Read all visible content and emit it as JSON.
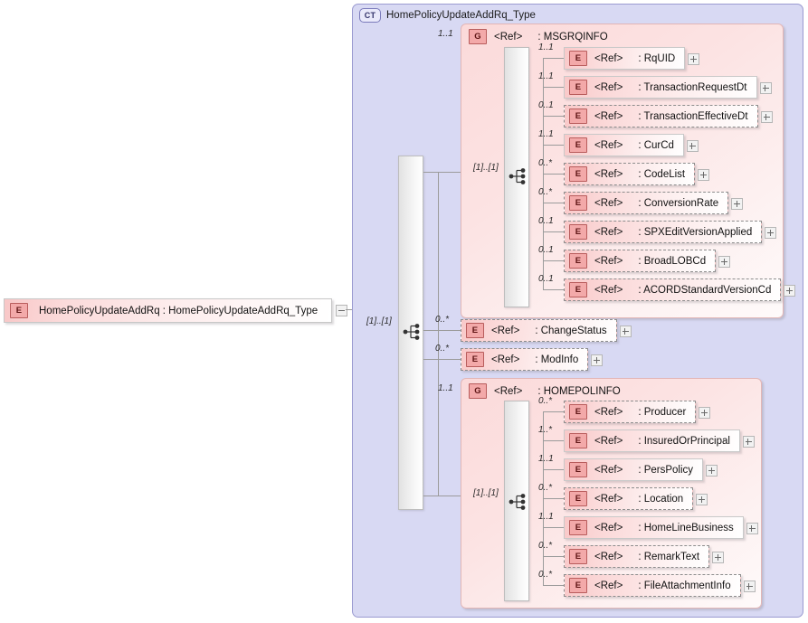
{
  "diagram": {
    "kind": "xsd-schema-diagram",
    "root_element": {
      "badge": "E",
      "name": "HomePolicyUpdateAddRq",
      "type_sep": ":",
      "type": "HomePolicyUpdateAddRq_Type",
      "label": "HomePolicyUpdateAddRq  :  HomePolicyUpdateAddRq_Type",
      "expander": "minus-icon"
    },
    "complex_type": {
      "badge": "CT",
      "title": "HomePolicyUpdateAddRq_Type",
      "sequence_cardinality": "[1]..[1]"
    },
    "groups": [
      {
        "id": "msgrqinfo",
        "badge": "G",
        "ref": "<Ref>",
        "sep": ":",
        "name": "MSGRQINFO",
        "cardinality": "1..1",
        "sequence_cardinality": "[1]..[1]",
        "children": [
          {
            "badge": "E",
            "ref": "<Ref>",
            "sep": ":",
            "name": "RqUID",
            "cardinality": "1..1",
            "required": true
          },
          {
            "badge": "E",
            "ref": "<Ref>",
            "sep": ":",
            "name": "TransactionRequestDt",
            "cardinality": "1..1",
            "required": true
          },
          {
            "badge": "E",
            "ref": "<Ref>",
            "sep": ":",
            "name": "TransactionEffectiveDt",
            "cardinality": "0..1",
            "required": false
          },
          {
            "badge": "E",
            "ref": "<Ref>",
            "sep": ":",
            "name": "CurCd",
            "cardinality": "1..1",
            "required": true
          },
          {
            "badge": "E",
            "ref": "<Ref>",
            "sep": ":",
            "name": "CodeList",
            "cardinality": "0..*",
            "required": false
          },
          {
            "badge": "E",
            "ref": "<Ref>",
            "sep": ":",
            "name": "ConversionRate",
            "cardinality": "0..*",
            "required": false
          },
          {
            "badge": "E",
            "ref": "<Ref>",
            "sep": ":",
            "name": "SPXEditVersionApplied",
            "cardinality": "0..1",
            "required": false
          },
          {
            "badge": "E",
            "ref": "<Ref>",
            "sep": ":",
            "name": "BroadLOBCd",
            "cardinality": "0..1",
            "required": false
          },
          {
            "badge": "E",
            "ref": "<Ref>",
            "sep": ":",
            "name": "ACORDStandardVersionCd",
            "cardinality": "0..1",
            "required": false
          }
        ]
      },
      {
        "id": "homepolinfo",
        "badge": "G",
        "ref": "<Ref>",
        "sep": ":",
        "name": "HOMEPOLINFO",
        "cardinality": "1..1",
        "sequence_cardinality": "[1]..[1]",
        "children": [
          {
            "badge": "E",
            "ref": "<Ref>",
            "sep": ":",
            "name": "Producer",
            "cardinality": "0..*",
            "required": false
          },
          {
            "badge": "E",
            "ref": "<Ref>",
            "sep": ":",
            "name": "InsuredOrPrincipal",
            "cardinality": "1..*",
            "required": true
          },
          {
            "badge": "E",
            "ref": "<Ref>",
            "sep": ":",
            "name": "PersPolicy",
            "cardinality": "1..1",
            "required": true
          },
          {
            "badge": "E",
            "ref": "<Ref>",
            "sep": ":",
            "name": "Location",
            "cardinality": "0..*",
            "required": false
          },
          {
            "badge": "E",
            "ref": "<Ref>",
            "sep": ":",
            "name": "HomeLineBusiness",
            "cardinality": "1..1",
            "required": true
          },
          {
            "badge": "E",
            "ref": "<Ref>",
            "sep": ":",
            "name": "RemarkText",
            "cardinality": "0..*",
            "required": false
          },
          {
            "badge": "E",
            "ref": "<Ref>",
            "sep": ":",
            "name": "FileAttachmentInfo",
            "cardinality": "0..*",
            "required": false
          }
        ]
      }
    ],
    "top_level_elements": [
      {
        "badge": "E",
        "ref": "<Ref>",
        "sep": ":",
        "name": "ChangeStatus",
        "cardinality": "0..*",
        "required": false
      },
      {
        "badge": "E",
        "ref": "<Ref>",
        "sep": ":",
        "name": "ModInfo",
        "cardinality": "0..*",
        "required": false
      }
    ],
    "colors": {
      "complex_type_fill": "#d8d9f3",
      "complex_type_border": "#9a9ad0",
      "element_fill": "#fbdada",
      "element_badge": "#f3a9a9",
      "badge_border": "#b85c5c",
      "line": "#9b9b9b"
    }
  }
}
